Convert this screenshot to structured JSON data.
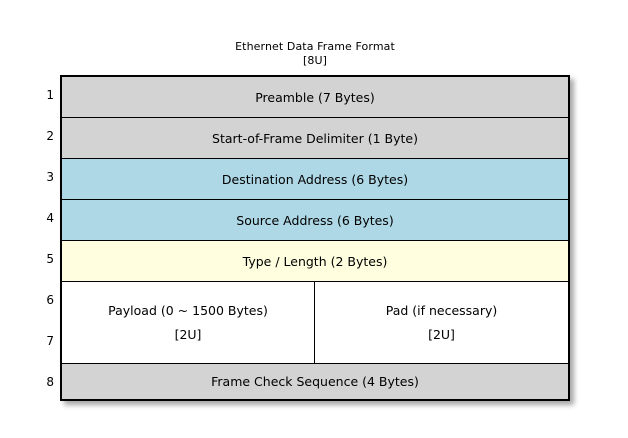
{
  "diagram": {
    "title": "Ethernet Data Frame Format",
    "subtitle": "[8U]",
    "colors": {
      "grey": "#d3d3d3",
      "blue": "#aed8e6",
      "yellow": "#ffffe0",
      "white": "#ffffff",
      "border": "#000000"
    },
    "row_numbers": [
      "1",
      "2",
      "3",
      "4",
      "5",
      "6",
      "7",
      "8"
    ],
    "fields": [
      {
        "number": "1",
        "label": "Preamble (7 Bytes)",
        "color": "#d3d3d3"
      },
      {
        "number": "2",
        "label": "Start-of-Frame Delimiter (1 Byte)",
        "color": "#d3d3d3"
      },
      {
        "number": "3",
        "label": "Destination Address (6 Bytes)",
        "color": "#aed8e6"
      },
      {
        "number": "4",
        "label": "Source Address (6 Bytes)",
        "color": "#aed8e6"
      },
      {
        "number": "5",
        "label": "Type / Length (2 Bytes)",
        "color": "#ffffe0"
      },
      {
        "number": "8",
        "label": "Frame Check Sequence (4 Bytes)",
        "color": "#d3d3d3"
      }
    ],
    "split_row": {
      "numbers": [
        "6",
        "7"
      ],
      "color": "#ffffff",
      "left": {
        "label": "Payload (0 ~ 1500 Bytes)",
        "sublabel": "[2U]"
      },
      "right": {
        "label": "Pad (if necessary)",
        "sublabel": "[2U]"
      }
    }
  }
}
